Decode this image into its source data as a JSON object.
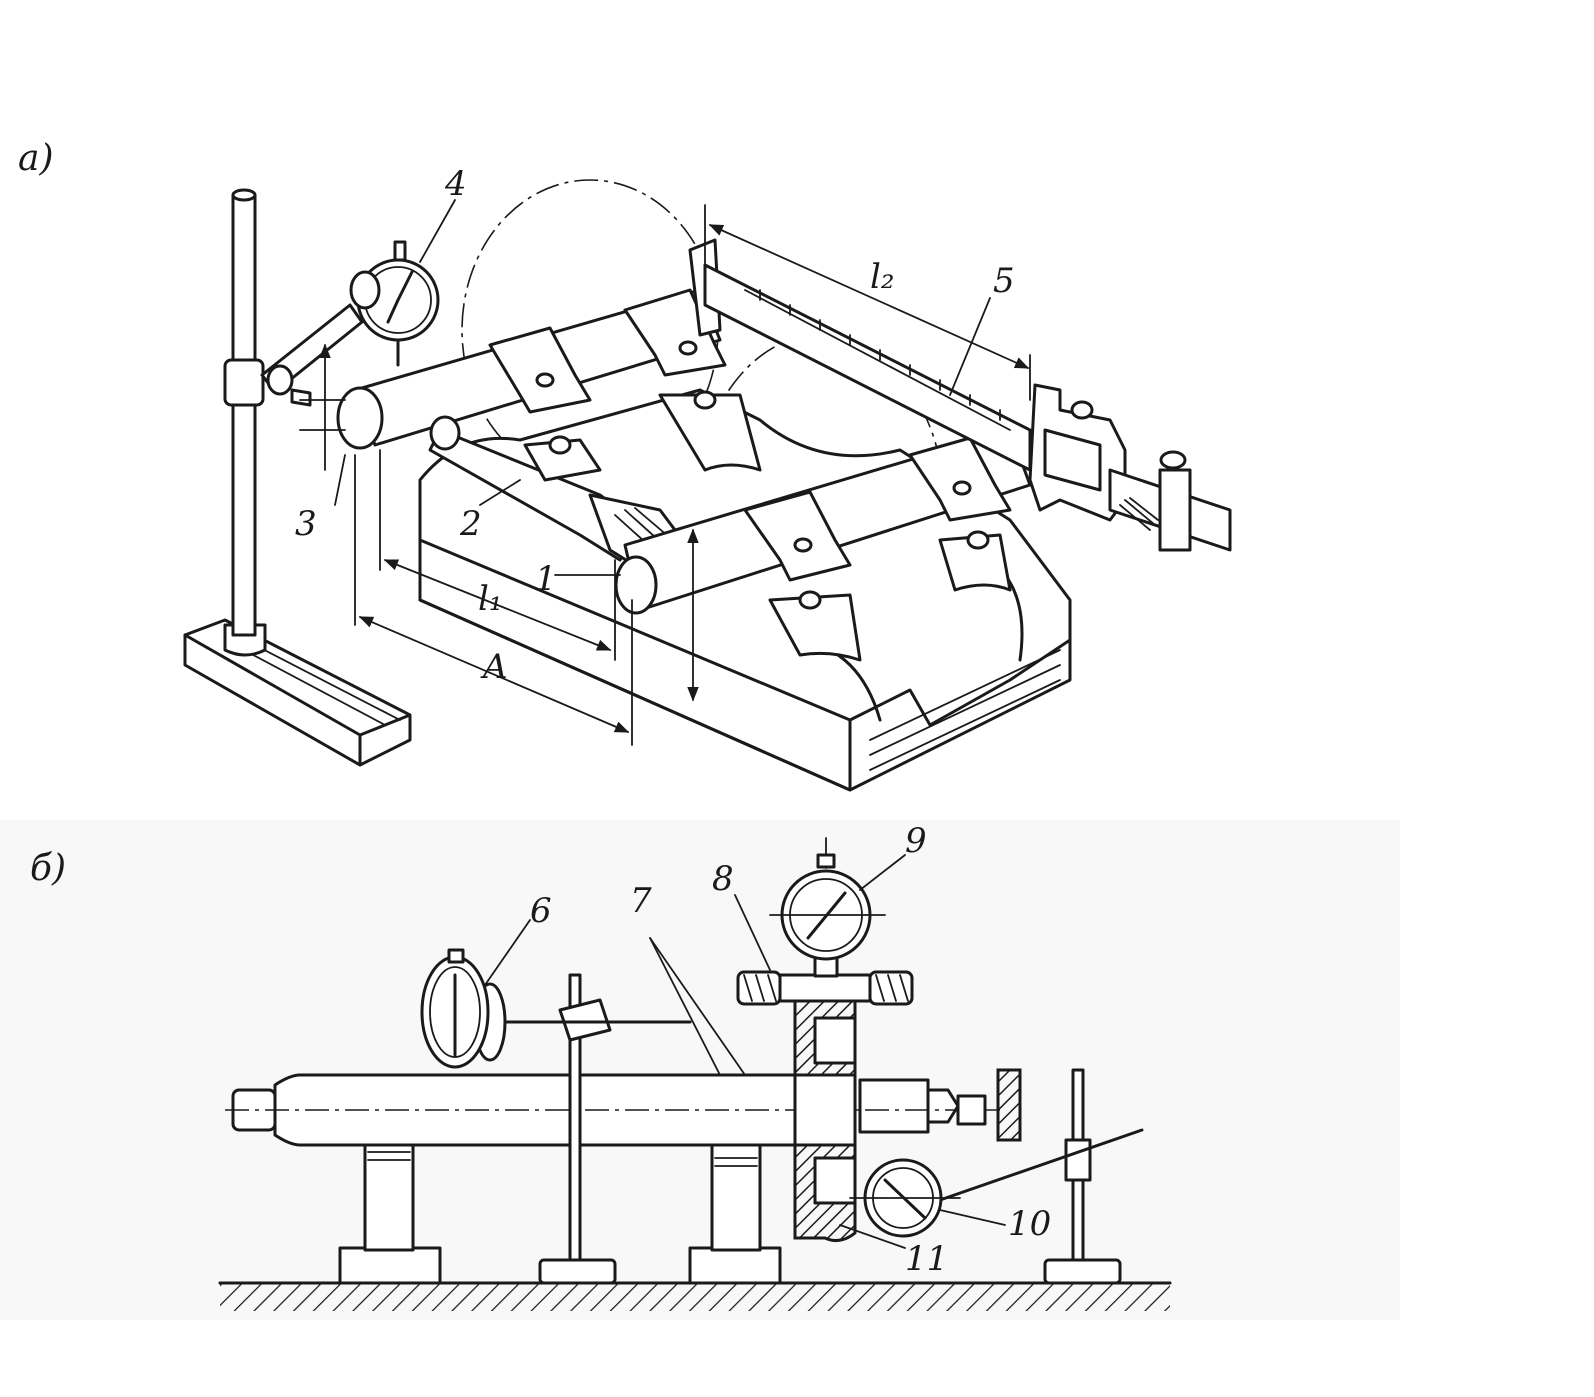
{
  "panels": {
    "a": {
      "label": "a)"
    },
    "b": {
      "label": "б)"
    }
  },
  "labels": {
    "n1": "1",
    "n2": "2",
    "n3": "3",
    "n4": "4",
    "n5": "5",
    "n6": "6",
    "n7": "7",
    "n8": "8",
    "n9": "9",
    "n10": "10",
    "n11": "11",
    "l1": "l₁",
    "l2": "l₂",
    "A": "A"
  }
}
